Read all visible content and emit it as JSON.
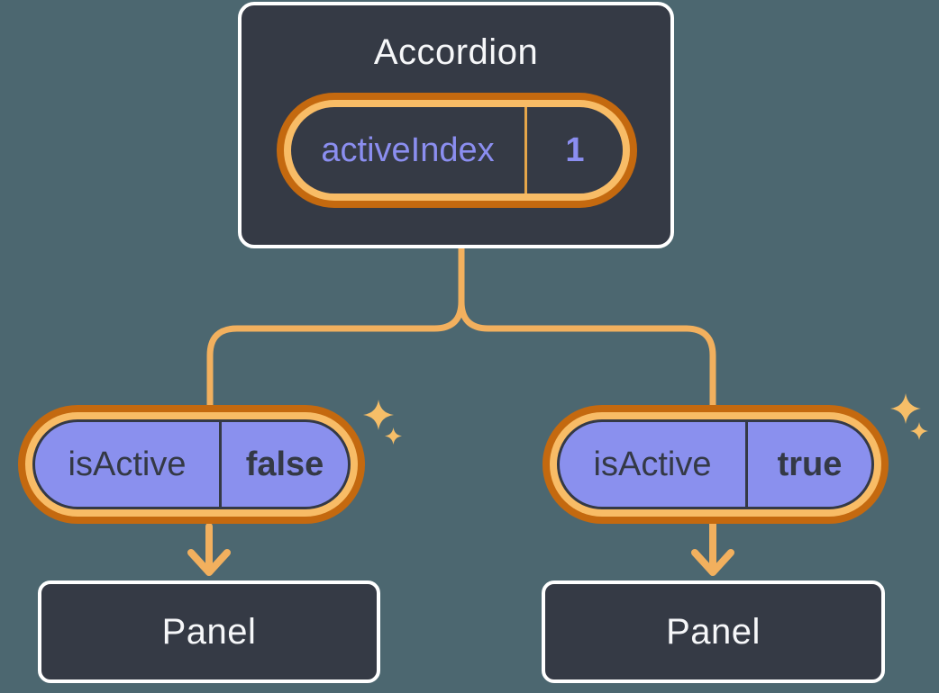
{
  "diagram": {
    "description": "React component tree: Accordion holding activeIndex state, passing isActive props to two Panel children",
    "root_node": {
      "label": "Accordion",
      "state_pill": {
        "name": "activeIndex",
        "value": "1"
      }
    },
    "children": [
      {
        "prop_pill": {
          "name": "isActive",
          "value": "false"
        },
        "node_label": "Panel"
      },
      {
        "prop_pill": {
          "name": "isActive",
          "value": "true"
        },
        "node_label": "Panel"
      }
    ],
    "icons": [
      "sparkle-icon",
      "arrow-down-icon"
    ],
    "colors": {
      "background": "#4c6770",
      "node_fill": "#353a45",
      "node_border": "#ffffff",
      "node_text": "#f6f7f9",
      "pill_ring_outer": "#c4690f",
      "pill_ring_inner": "#f8bc66",
      "pill_fill_purple": "#8a90ee",
      "state_text_purple": "#8b8ef0",
      "prop_text_dark": "#343945",
      "pill_divider_orange": "#e6a64a",
      "connector_line": "#f2b05e",
      "sparkle": "#f6be68"
    }
  }
}
